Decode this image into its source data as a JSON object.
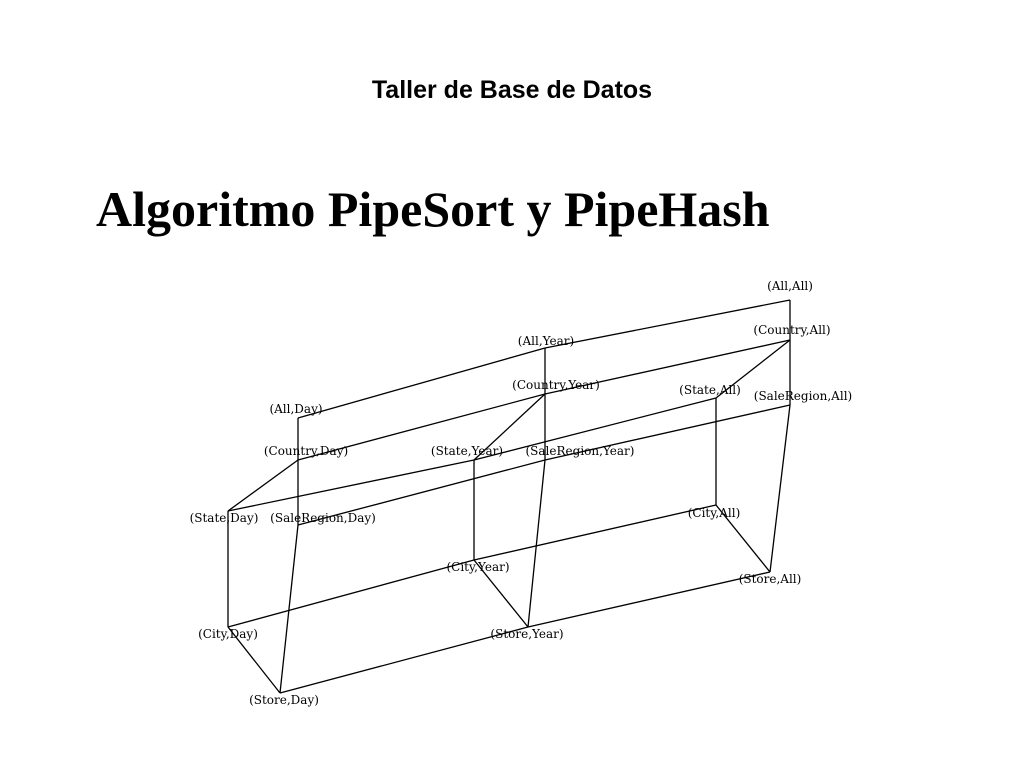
{
  "header": {
    "course": "Taller de Base de Datos"
  },
  "slide": {
    "title": "Algoritmo PipeSort y PipeHash"
  },
  "lattice": {
    "nodes": [
      {
        "id": "all_all",
        "label": "(All,All)"
      },
      {
        "id": "country_all",
        "label": "(Country,All)"
      },
      {
        "id": "all_year",
        "label": "(All,Year)"
      },
      {
        "id": "country_year",
        "label": "(Country,Year)"
      },
      {
        "id": "state_all",
        "label": "(State,All)"
      },
      {
        "id": "saleregion_all",
        "label": "(SaleRegion,All)"
      },
      {
        "id": "all_day",
        "label": "(All,Day)"
      },
      {
        "id": "country_day",
        "label": "(Country,Day)"
      },
      {
        "id": "state_year",
        "label": "(State,Year)"
      },
      {
        "id": "saleregion_year",
        "label": "(SaleRegion,Year)"
      },
      {
        "id": "state_day",
        "label": "(State,Day)"
      },
      {
        "id": "saleregion_day",
        "label": "(SaleRegion,Day)"
      },
      {
        "id": "city_all",
        "label": "(City,All)"
      },
      {
        "id": "city_year",
        "label": "(City,Year)"
      },
      {
        "id": "store_all",
        "label": "(Store,All)"
      },
      {
        "id": "city_day",
        "label": "(City,Day)"
      },
      {
        "id": "store_year",
        "label": "(Store,Year)"
      },
      {
        "id": "store_day",
        "label": "(Store,Day)"
      }
    ],
    "edges": [
      [
        "all_all",
        "country_all"
      ],
      [
        "all_all",
        "all_year"
      ],
      [
        "all_year",
        "all_day"
      ],
      [
        "all_year",
        "country_year"
      ],
      [
        "all_day",
        "country_day"
      ],
      [
        "country_all",
        "country_year"
      ],
      [
        "country_all",
        "state_all"
      ],
      [
        "country_all",
        "saleregion_all"
      ],
      [
        "country_year",
        "country_day"
      ],
      [
        "country_year",
        "state_year"
      ],
      [
        "country_year",
        "saleregion_year"
      ],
      [
        "country_day",
        "state_day"
      ],
      [
        "country_day",
        "saleregion_day"
      ],
      [
        "state_all",
        "state_year"
      ],
      [
        "state_all",
        "city_all"
      ],
      [
        "saleregion_all",
        "saleregion_year"
      ],
      [
        "saleregion_all",
        "store_all"
      ],
      [
        "state_year",
        "state_day"
      ],
      [
        "state_year",
        "city_year"
      ],
      [
        "saleregion_year",
        "saleregion_day"
      ],
      [
        "saleregion_year",
        "store_year"
      ],
      [
        "state_day",
        "city_day"
      ],
      [
        "saleregion_day",
        "store_day"
      ],
      [
        "city_all",
        "city_year"
      ],
      [
        "city_all",
        "store_all"
      ],
      [
        "city_year",
        "city_day"
      ],
      [
        "city_year",
        "store_year"
      ],
      [
        "store_all",
        "store_year"
      ],
      [
        "city_day",
        "store_day"
      ],
      [
        "store_year",
        "store_day"
      ]
    ]
  }
}
